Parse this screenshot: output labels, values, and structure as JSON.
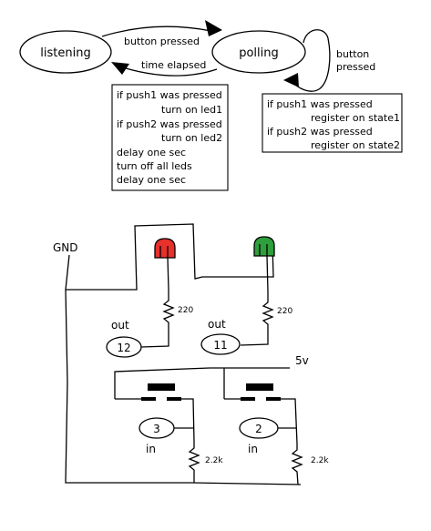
{
  "state_machine": {
    "states": [
      {
        "id": "listening",
        "label": "listening"
      },
      {
        "id": "polling",
        "label": "polling"
      }
    ],
    "transitions": [
      {
        "from": "listening",
        "to": "polling",
        "label": "button pressed"
      },
      {
        "from": "polling",
        "to": "listening",
        "label": "time elapsed"
      },
      {
        "from": "polling",
        "to": "polling",
        "label_lines": [
          "button",
          "pressed"
        ]
      }
    ],
    "listening_note": [
      "if push1 was pressed",
      "turn on led1",
      "if push2 was pressed",
      "turn on led2",
      "delay one sec",
      "turn off all leds",
      "delay one sec"
    ],
    "polling_note": [
      "if push1 was pressed",
      "register on state1",
      "if push2 was pressed",
      "register on state2"
    ]
  },
  "circuit": {
    "gnd_label": "GND",
    "supply_label": "5v",
    "leds": [
      {
        "id": "led1",
        "color": "#e8302c"
      },
      {
        "id": "led2",
        "color": "#2f9e3c"
      }
    ],
    "resistors": {
      "led1": "220",
      "led2": "220",
      "button1": "2.2k",
      "button2": "2.2k"
    },
    "outputs": [
      {
        "label": "out",
        "pin": "12"
      },
      {
        "label": "out",
        "pin": "11"
      }
    ],
    "inputs": [
      {
        "label": "in",
        "pin": "3"
      },
      {
        "label": "in",
        "pin": "2"
      }
    ]
  }
}
